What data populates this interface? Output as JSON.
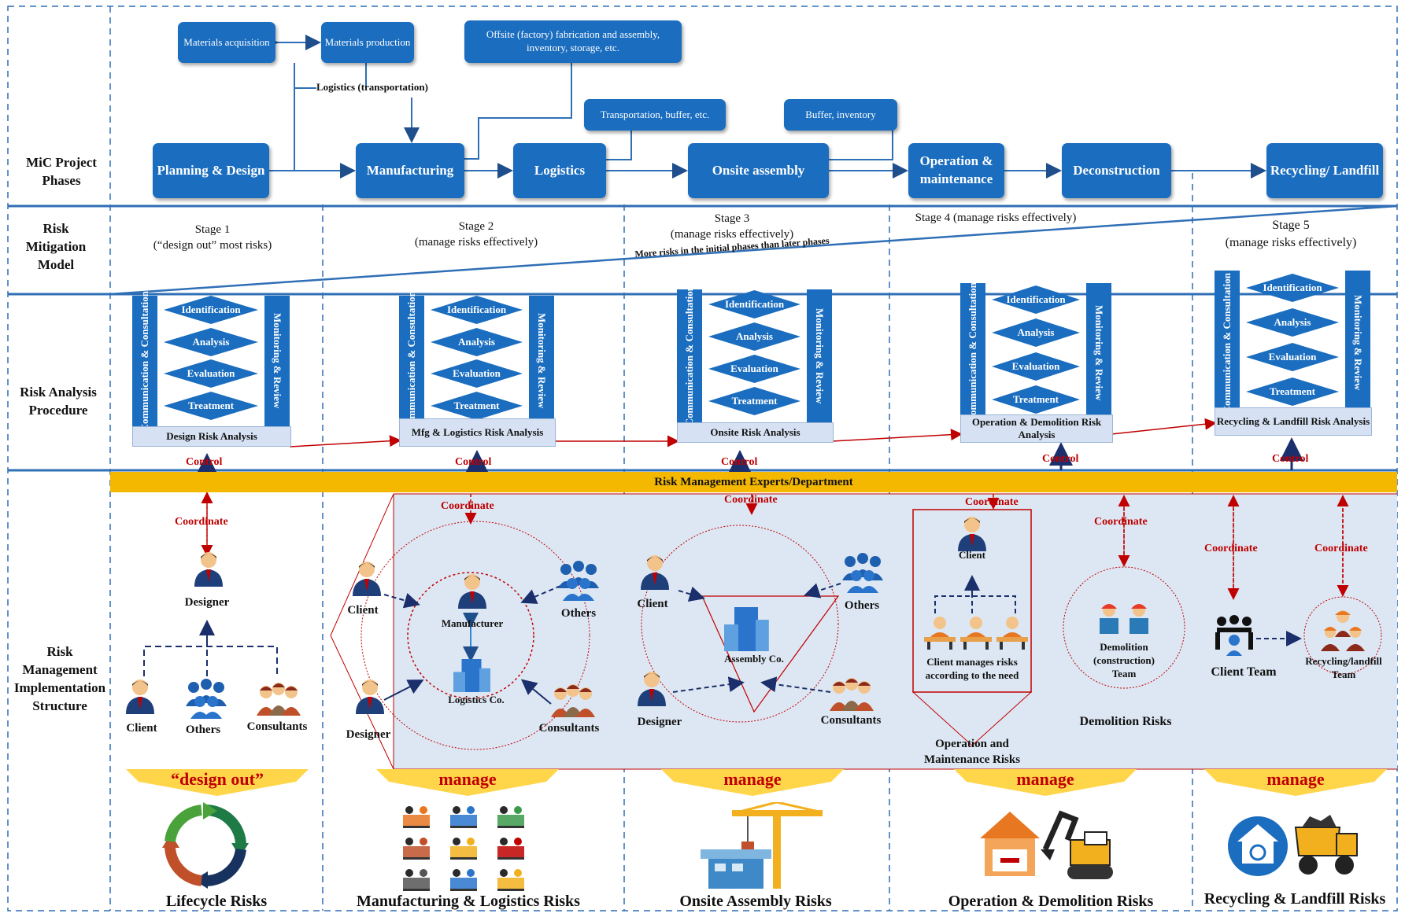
{
  "rows": {
    "phases": "MiC Project Phases",
    "mitigation": "Risk Mitigation Model",
    "analysis": "Risk Analysis Procedure",
    "implementation": "Risk Management Implementation Structure"
  },
  "phases": {
    "planning": "Planning & Design",
    "manufacturing": "Manufacturing",
    "logistics": "Logistics",
    "onsite": "Onsite assembly",
    "operation": "Operation & maintenance",
    "deconstruction": "Deconstruction",
    "recycling": "Recycling/ Landfill"
  },
  "subboxes": {
    "materials_acquisition": "Materials acquisition",
    "materials_production": "Materials production",
    "offsite": "Offsite (factory) fabrication and assembly, inventory, storage, etc.",
    "transportation": "Transportation, buffer, etc.",
    "buffer": "Buffer, inventory",
    "logistics_transport": "Logistics (transportation)"
  },
  "stages": {
    "s1_title": "Stage 1",
    "s1_desc": "(“design out” most risks)",
    "s2_title": "Stage 2",
    "s2_desc": "(manage risks effectively)",
    "s3_title": "Stage 3",
    "s3_desc": "(manage risks effectively)",
    "s4_text": "Stage 4 (manage risks effectively)",
    "s5_title": "Stage 5",
    "s5_desc": "(manage risks effectively)",
    "slope_note": "More risks in the initial phases than later phases"
  },
  "procedure": {
    "communication": "Communication & Consultation",
    "monitoring": "Monitoring & Review",
    "steps": [
      "Identification",
      "Analysis",
      "Evaluation",
      "Treatment"
    ],
    "analyses": [
      "Design Risk Analysis",
      "Mfg & Logistics Risk Analysis",
      "Onsite Risk Analysis",
      "Operation & Demolition Risk Analysis",
      "Recycling & Landfill Risk Analysis"
    ],
    "control": "Control"
  },
  "structure": {
    "experts": "Risk Management Experts/Department",
    "coordinate": "Coordinate",
    "designer": "Designer",
    "client": "Client",
    "others": "Others",
    "consultants": "Consultants",
    "manufacturer": "Manufacturer",
    "logistics_co": "Logistics Co.",
    "assembly_co": "Assembly Co.",
    "client_manages": "Client manages risks according to the need",
    "operation_risks": "Operation and Maintenance Risks",
    "demolition_team": "Demolition (construction) Team",
    "demolition_risks": "Demolition Risks",
    "client_team": "Client Team",
    "recycling_team": "Recycling/landfill Team"
  },
  "strategies": {
    "design_out": "“design out”",
    "manage": "manage"
  },
  "risk_titles": [
    "Lifecycle Risks",
    "Manufacturing & Logistics Risks",
    "Onsite Assembly Risks",
    "Operation & Demolition Risks",
    "Recycling & Landfill Risks"
  ],
  "colors": {
    "phase_blue": "#1a6dbf",
    "line_blue": "#2f6fb6",
    "control_red": "#c00000",
    "experts_gold": "#f5b800",
    "banner_yellow": "#ffd54a",
    "panel_fill": "#dde7f3"
  },
  "icons": {
    "person": "person-icon",
    "group": "group-icon",
    "lifecycle": "recycle-arrows-icon",
    "crane": "crane-icon",
    "excavator": "excavator-icon",
    "dump_truck": "dump-truck-icon",
    "recycle_house": "recycle-house-icon"
  }
}
